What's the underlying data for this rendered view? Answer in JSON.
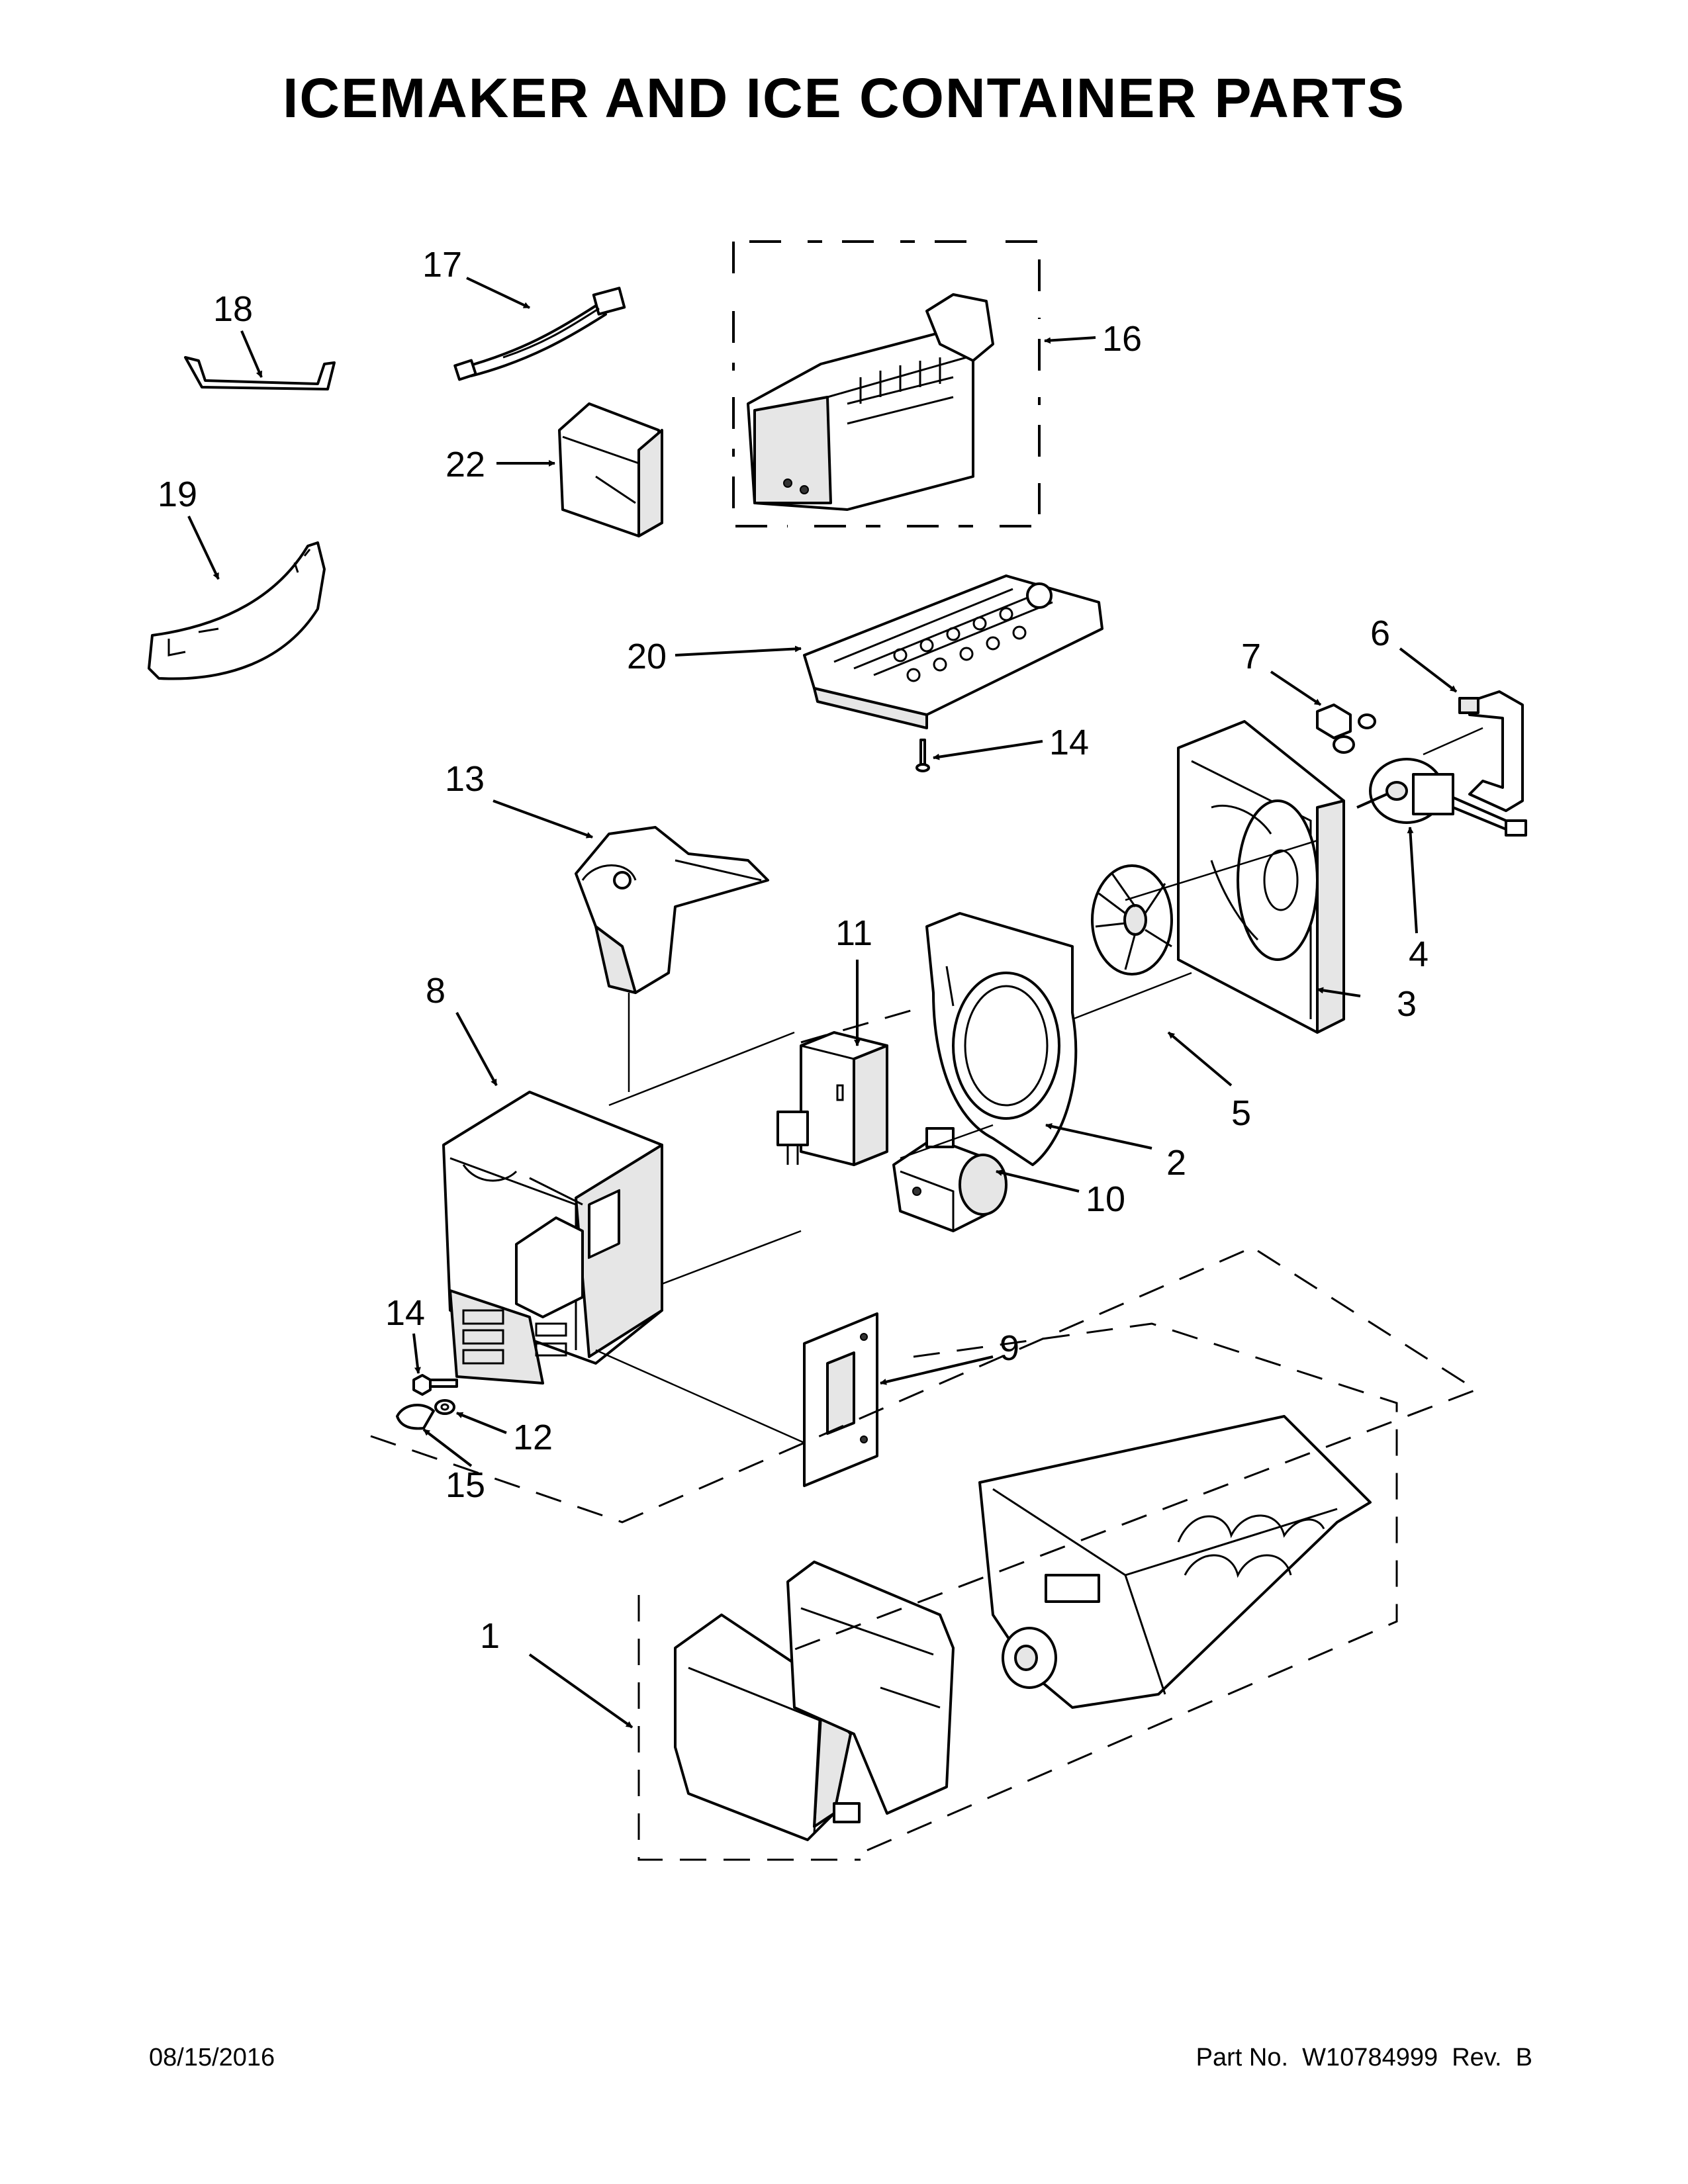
{
  "title": "ICEMAKER AND ICE CONTAINER PARTS",
  "footer": {
    "date": "08/15/2016",
    "part_number": "Part No.  W10784999  Rev.  B"
  },
  "callouts": {
    "c1": "1",
    "c2": "2",
    "c3": "3",
    "c4": "4",
    "c5": "5",
    "c6": "6",
    "c7": "7",
    "c8": "8",
    "c9": "9",
    "c10": "10",
    "c11": "11",
    "c12": "12",
    "c13": "13",
    "c14a": "14",
    "c14b": "14",
    "c15": "15",
    "c16": "16",
    "c17": "17",
    "c18": "18",
    "c19": "19",
    "c20": "20",
    "c22": "22"
  }
}
